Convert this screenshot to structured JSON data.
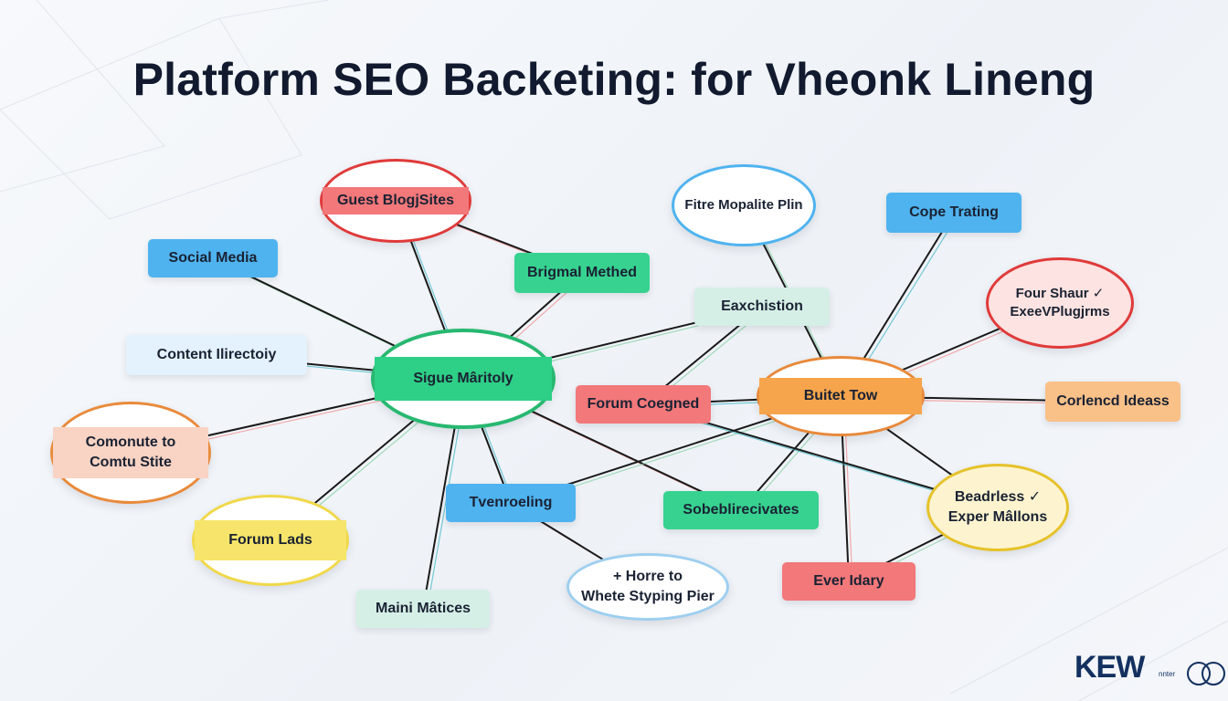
{
  "title": "Platform SEO Backeting: for Vheonk Lineng",
  "colors": {
    "background": "#f3f6fa",
    "title": "#111a2e",
    "edge": "#1a1a1a",
    "green": "#2ecf86",
    "blue": "#4fb3ef",
    "red": "#f2787a",
    "orange": "#f6a54d",
    "yellow": "#f6e56a",
    "mint": "#d5efe6",
    "light_blue": "#e3f2fd",
    "logo": "#13305f"
  },
  "nodes": [
    {
      "id": "guest-blog-sites",
      "label": "Guest BlogjSites",
      "shape": "ellipse",
      "fill": "#f2787a",
      "border": "#e03a3a"
    },
    {
      "id": "social-media",
      "label": "Social Media",
      "shape": "rect",
      "fill": "#4fb3ef",
      "border": "none"
    },
    {
      "id": "original-method",
      "label": "Brigmal Methed",
      "shape": "rect",
      "fill": "#37d290",
      "border": "none"
    },
    {
      "id": "firm-mopalie-plin",
      "label": "Fitre Mopalite Plin",
      "shape": "ellipse",
      "fill": "#ffffff",
      "border": "#4fb3ef"
    },
    {
      "id": "cope-trating",
      "label": "Cope Trating",
      "shape": "rect",
      "fill": "#4fb3ef",
      "border": "none"
    },
    {
      "id": "four-shaur",
      "label": "Four Shaur ✓\nExeeVPlugjrms",
      "shape": "ellipse",
      "fill": "#fde3e1",
      "border": "#e03a3a"
    },
    {
      "id": "eaxchistion",
      "label": "Eaxchistion",
      "shape": "rect",
      "fill": "#d5efe6",
      "border": "none"
    },
    {
      "id": "content-directory",
      "label": "Content Ilirectoiy",
      "shape": "rect",
      "fill": "#e3f2fd",
      "border": "none"
    },
    {
      "id": "sigue-mariotoly",
      "label": "Sigue Mâritoly",
      "shape": "ellipse",
      "fill": "#2ecf86",
      "border": "#27b870"
    },
    {
      "id": "forum-coegned",
      "label": "Forum Coegned",
      "shape": "rect",
      "fill": "#f2787a",
      "border": "none"
    },
    {
      "id": "buitet-tow",
      "label": "Buitet Tow",
      "shape": "ellipse",
      "fill": "#f6a54d",
      "border": "#e8893a"
    },
    {
      "id": "corlencd-ideass",
      "label": "Corlencd Ideass",
      "shape": "rect",
      "fill": "#f9c088",
      "border": "none"
    },
    {
      "id": "comonute-to-site",
      "label": "Comonute to\nComtu Stite",
      "shape": "ellipse",
      "fill": "#f9d3c3",
      "border": "#e98a3a"
    },
    {
      "id": "tvenroeling",
      "label": "Tvenroeling",
      "shape": "rect",
      "fill": "#4fb3ef",
      "border": "none"
    },
    {
      "id": "sobeblirecivates",
      "label": "Sobeblirecivates",
      "shape": "rect",
      "fill": "#37d290",
      "border": "none"
    },
    {
      "id": "beadrless",
      "label": "Beadrless ✓\nExper Mâllons",
      "shape": "ellipse",
      "fill": "#fdf4cf",
      "border": "#e6c22a"
    },
    {
      "id": "forum-lads",
      "label": "Forum Lads",
      "shape": "ellipse",
      "fill": "#f6e56a",
      "border": "#f0d84a"
    },
    {
      "id": "horre-to",
      "label": "+ Horre to\nWhete Styping Pier",
      "shape": "ellipse",
      "fill": "#ffffff",
      "border": "#9ecff0"
    },
    {
      "id": "ever-idary",
      "label": "Ever Idary",
      "shape": "rect",
      "fill": "#f2787a",
      "border": "none"
    },
    {
      "id": "maini-matices",
      "label": "Maini Mâtices",
      "shape": "rect",
      "fill": "#d5efe6",
      "border": "none"
    }
  ],
  "edges": [
    [
      "guest-blog-sites",
      "sigue-mariotoly"
    ],
    [
      "guest-blog-sites",
      "original-method"
    ],
    [
      "social-media",
      "sigue-mariotoly"
    ],
    [
      "content-directory",
      "sigue-mariotoly"
    ],
    [
      "comonute-to-site",
      "sigue-mariotoly"
    ],
    [
      "forum-lads",
      "sigue-mariotoly"
    ],
    [
      "maini-matices",
      "sigue-mariotoly"
    ],
    [
      "sigue-mariotoly",
      "original-method"
    ],
    [
      "sigue-mariotoly",
      "eaxchistion"
    ],
    [
      "sigue-mariotoly",
      "tvenroeling"
    ],
    [
      "sigue-mariotoly",
      "sobeblirecivates"
    ],
    [
      "firm-mopalie-plin",
      "buitet-tow"
    ],
    [
      "cope-trating",
      "buitet-tow"
    ],
    [
      "four-shaur",
      "buitet-tow"
    ],
    [
      "eaxchistion",
      "forum-coegned"
    ],
    [
      "forum-coegned",
      "buitet-tow"
    ],
    [
      "buitet-tow",
      "corlencd-ideass"
    ],
    [
      "buitet-tow",
      "tvenroeling"
    ],
    [
      "buitet-tow",
      "beadrless"
    ],
    [
      "buitet-tow",
      "ever-idary"
    ],
    [
      "buitet-tow",
      "sobeblirecivates"
    ],
    [
      "forum-coegned",
      "beadrless"
    ],
    [
      "tvenroeling",
      "horre-to"
    ],
    [
      "beadrless",
      "ever-idary"
    ]
  ],
  "logo": {
    "text": "KEW",
    "sub": "nnter",
    "mark": "co"
  }
}
